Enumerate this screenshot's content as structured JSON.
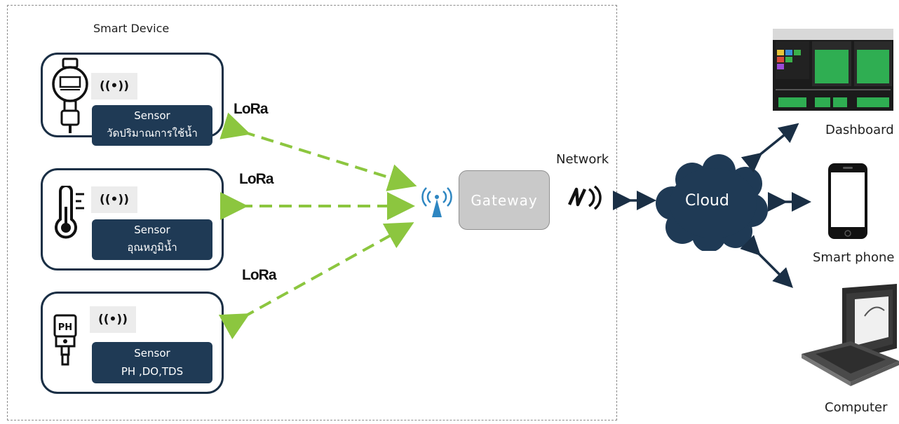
{
  "title": "Smart Device",
  "devices": [
    {
      "icon": "water-meter-icon",
      "sensor_label": "Sensor",
      "sensor_desc": "วัดปริมาณการใช้น้ำ"
    },
    {
      "icon": "thermometer-icon",
      "sensor_label": "Sensor",
      "sensor_desc": "อุณหภูมิน้ำ"
    },
    {
      "icon": "ph-meter-icon",
      "sensor_label": "Sensor",
      "sensor_desc": "PH ,DO,TDS",
      "icon_text": "PH"
    }
  ],
  "lora_label": "LoRa",
  "gateway_label": "Gateway",
  "network_label": "Network",
  "cloud_label": "Cloud",
  "endpoints": {
    "dashboard": "Dashboard",
    "smartphone": "Smart phone",
    "computer": "Computer"
  },
  "colors": {
    "device_border": "#1a2f45",
    "sensor_box": "#1f3a55",
    "lora_arrow": "#8cc63f",
    "cloud": "#1f3a55",
    "gateway": "#c9c9c9",
    "antenna": "#2e86c1"
  }
}
